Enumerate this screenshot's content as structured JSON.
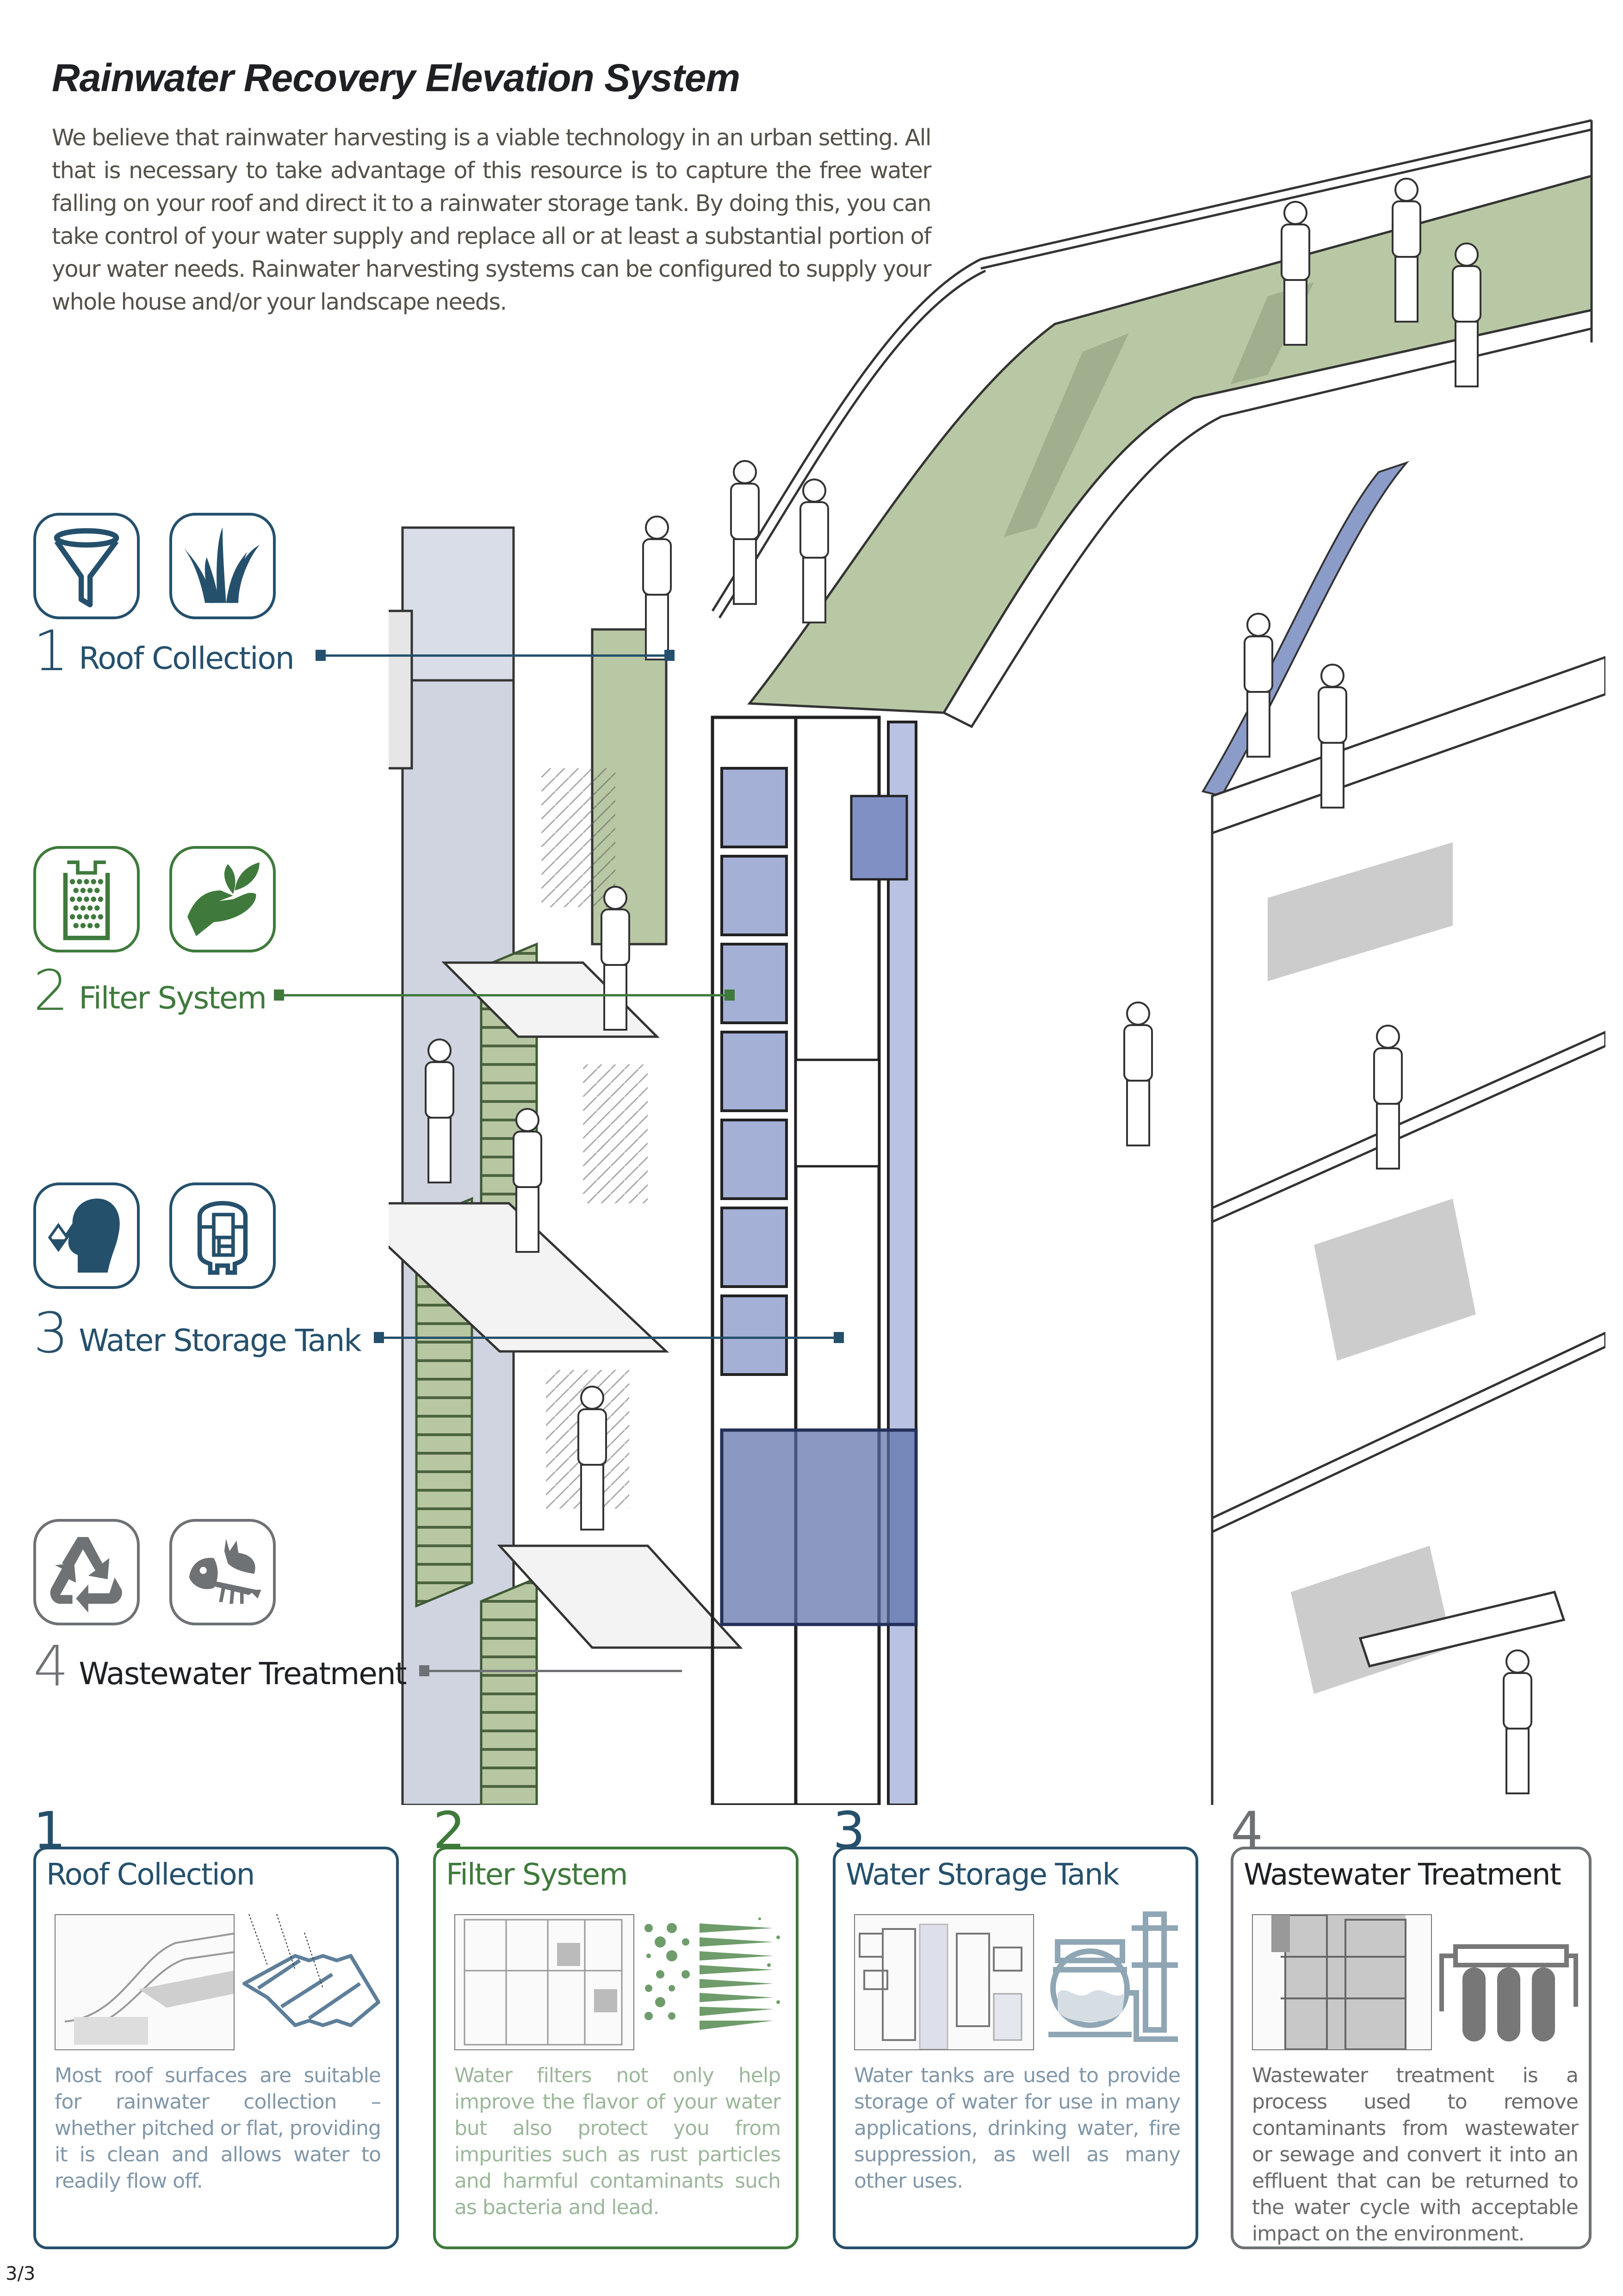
{
  "title": "Rainwater Recovery Elevation System",
  "intro": "We believe that rainwater harvesting is a viable technology in an urban setting. All that is necessary to take advantage of this resource is to capture the free water falling on your roof and direct it to a rainwater storage tank. By doing this, you can take control of your water supply and replace all or at least a substantial portion of your water needs. Rainwater harvesting systems can be configured to supply your whole house and/or your landscape needs.",
  "colors": {
    "blue": "#25506c",
    "green": "#3f7a3c",
    "gray": "#6e7275",
    "dark": "#1e2024",
    "roof_green": "#b8c8a4",
    "glass_blue": "#8c9cc8",
    "blue_text": "#8197a8",
    "green_text": "#9cb79a",
    "gray_text": "#6b6b6b"
  },
  "legend": [
    {
      "number": "1",
      "label": "Roof Collection",
      "icons": [
        "funnel-icon",
        "grass-icon"
      ]
    },
    {
      "number": "2",
      "label": "Filter System",
      "icons": [
        "filter-cartridge-icon",
        "hand-sprout-icon"
      ]
    },
    {
      "number": "3",
      "label": "Water Storage Tank",
      "icons": [
        "drinking-head-icon",
        "water-tank-icon"
      ]
    },
    {
      "number": "4",
      "label": "Wastewater Treatment",
      "icons": [
        "recycle-icon",
        "fish-skeleton-icon"
      ]
    }
  ],
  "cards": [
    {
      "number": "1",
      "title": "Roof Collection",
      "text": "Most roof surfaces are suitable for rainwater collection – whether pitched or flat, providing it is clean and allows water to readily flow off."
    },
    {
      "number": "2",
      "title": "Filter System",
      "text": "Water filters not only help improve the flavor of your water but also protect you from impurities such as rust particles and harmful contaminants such as bacteria and lead."
    },
    {
      "number": "3",
      "title": "Water Storage Tank",
      "text": "Water tanks are used to provide storage of water for use in many applications, drinking water, fire suppression, as well as many other uses."
    },
    {
      "number": "4",
      "title": "Wastewater Treatment",
      "text": "Wastewater treatment is a process used to remove contaminants from wastewater or sewage and convert it into an effluent that can be returned to the water cycle with acceptable impact on the environment."
    }
  ],
  "page_number": "3/3"
}
